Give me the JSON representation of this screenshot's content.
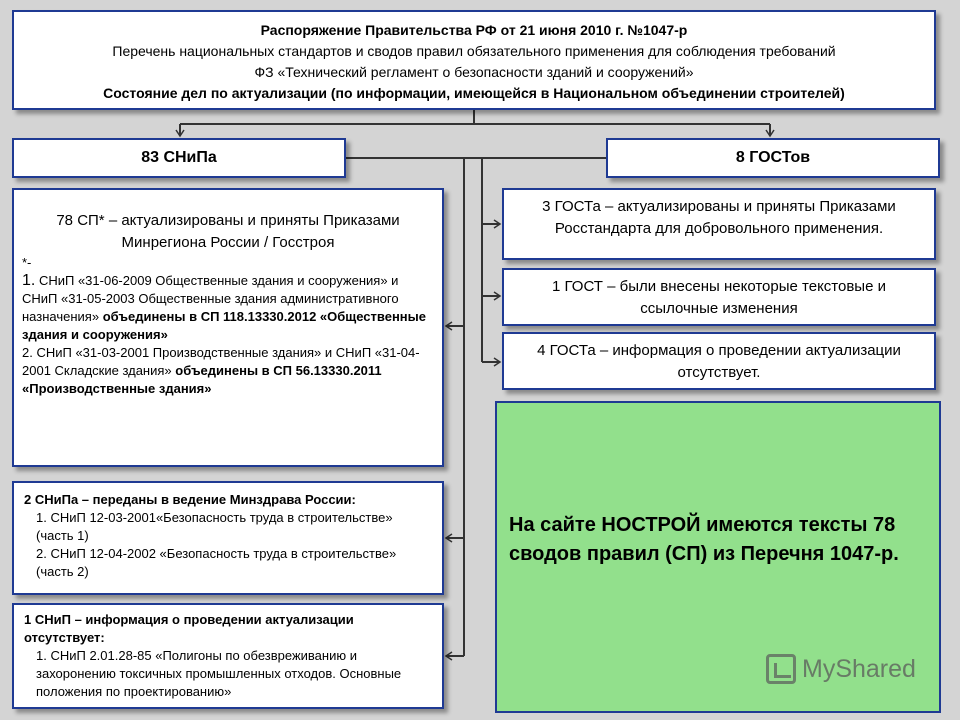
{
  "header": {
    "line1": "Распоряжение Правительства РФ от 21 июня 2010 г. №1047-р",
    "line2": "Перечень национальных стандартов и сводов правил обязательного применения для соблюдения требований",
    "line3": "ФЗ «Технический регламент о безопасности зданий и сооружений»",
    "line4": "Состояние дел по актуализации (по информации, имеющейся в Национальном объединении строителей)"
  },
  "left_heading": "83 СНиПа",
  "right_heading": "8 ГОСТов",
  "box78": {
    "lead": "78 СП* – актуализированы и приняты Приказами Минрегиона России / Госстроя",
    "star": "*-",
    "item1_num": "1.",
    "item1_text": " СНиП «31-06-2009 Общественные здания и сооружения» и СНиП «31-05-2003 Общественные здания административного назначения» ",
    "item1_bold": "объединены в СП 118.13330.2012 «Общественные здания и сооружения»",
    "item2_text": "2. СНиП «31-03-2001 Производственные здания» и СНиП «31-04-2001 Складские здания» ",
    "item2_bold": "объединены в СП 56.13330.2011 «Производственные здания»"
  },
  "box2": {
    "title": "2 СНиПа – переданы в ведение Минздрава России:",
    "item1": "1. СНиП 12-03-2001«Безопасность труда в строительстве» (часть 1)",
    "item2": "2. СНиП 12-04-2002 «Безопасность труда в строительстве» (часть 2)"
  },
  "box1": {
    "title": "1 СНиП – информация о проведении актуализации отсутствует:",
    "item1": "1. СНиП 2.01.28-85 «Полигоны по обезвреживанию и захоронению токсичных промышленных отходов. Основные положения по проектированию»"
  },
  "gost_boxes": {
    "g3": "3 ГОСТа – актуализированы и приняты Приказами Росстандарта для добровольного применения.",
    "g1": "1 ГОСТ – были внесены некоторые текстовые и ссылочные изменения",
    "g4": "4 ГОСТа – информация о проведении актуализации отсутствует."
  },
  "green_note": "На сайте НОСТРОЙ имеются тексты 78 сводов правил (СП) из Перечня 1047-р.",
  "watermark": "MyShared",
  "colors": {
    "border": "#1f3a93",
    "green": "#92e08c",
    "background": "#d4d4d4",
    "connector": "#333333"
  }
}
